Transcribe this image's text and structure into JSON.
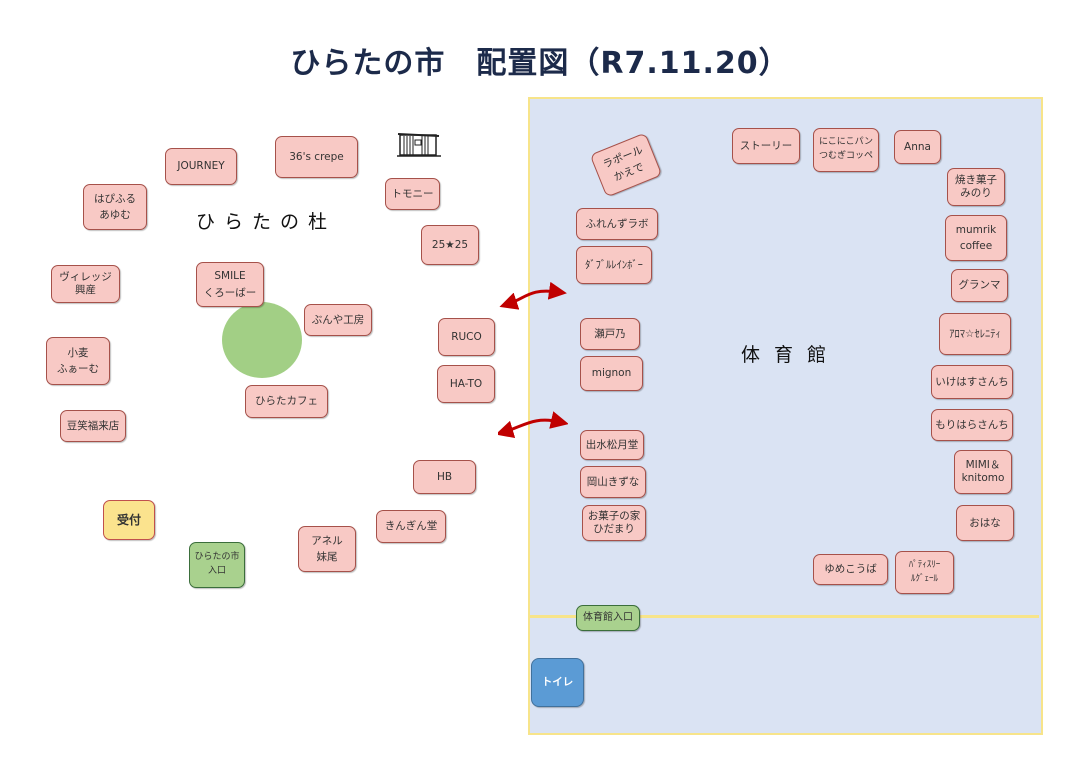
{
  "title": "ひらたの市　配置図（R7.11.20）",
  "areas": {
    "mori": "ひらたの杜",
    "gym": "体育館"
  },
  "colors": {
    "booth": "#f8c9c5",
    "gym_bg": "#dae3f3",
    "arrow": "#c00000",
    "tree": "#a2cf85"
  },
  "mori_booths": [
    "JOURNEY",
    "36's crepe",
    "トモニー",
    "はぴふる\nあゆむ",
    "25★25",
    "ヴィレッジ\n興産",
    "SMILE\nくろーばー",
    "ぶんや工房",
    "RUCO",
    "小麦\nふぁーむ",
    "HA-TO",
    "ひらたカフェ",
    "豆笑福来店",
    "HB",
    "きんぎん堂",
    "アネル\n妹尾"
  ],
  "reception": "受付",
  "entrance": "ひらたの市\n入口",
  "gym_booths": [
    "ラポール\nかえで",
    "ふれんずラボ",
    "ﾀﾞﾌﾞﾙﾚｲﾝﾎﾞｰ",
    "瀬戸乃",
    "mignon",
    "出水松月堂",
    "岡山きずな",
    "お菓子の家\nひだまり",
    "ストーリー",
    "にこにこパン\nつむぎコッペ",
    "Anna",
    "焼き菓子\nみのり",
    "mumrik\ncoffee",
    "グランマ",
    "ｱﾛﾏ☆ｾﾚﾆﾃｨ",
    "いけはすさんち",
    "もりはらさんち",
    "MIMI＆\nknitomo",
    "おはな",
    "ゆめこうば",
    "ﾊﾟﾃｨｽﾘｰ\nﾙｸﾞｪｰﾙ"
  ],
  "gym_entrance": "体育館入口",
  "toilet": "トイレ"
}
